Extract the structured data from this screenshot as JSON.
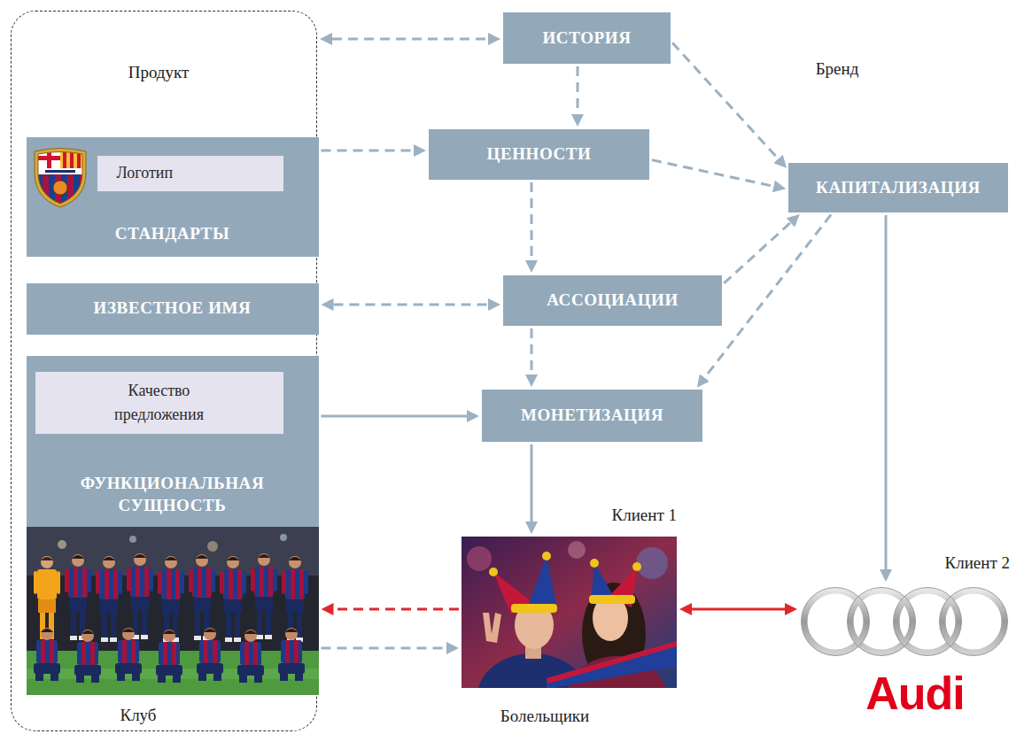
{
  "diagram": {
    "nodes": [
      {
        "text": [
          "Продукт",
          "Клуб"
        ]
      },
      {
        "text": [
          "СТАНДАРТЫ"
        ],
        "in": 0
      },
      {
        "text": [
          "Логотип"
        ],
        "in": 1
      },
      {
        "text": [
          "ИЗВЕСТНОЕ ИМЯ"
        ],
        "in": 0
      },
      {
        "text": [
          "ФУНКЦИОНАЛЬНАЯ СУЩНОСТЬ"
        ],
        "in": 0
      },
      {
        "text": [
          "Качество предложения"
        ],
        "in": 4
      },
      {
        "text": [
          "ИСТОРИЯ"
        ]
      },
      {
        "text": [
          "ЦЕННОСТИ"
        ]
      },
      {
        "text": [
          "КАПИТАЛИЗАЦИЯ"
        ]
      },
      {
        "text": [
          "АССОЦИАЦИИ"
        ]
      },
      {
        "text": [
          "МОНЕТИЗАЦИЯ"
        ]
      },
      {
        "text": [
          "Клиент 1",
          "Болельщики"
        ]
      },
      {
        "text": [
          "Клиент 2",
          "Audi"
        ]
      }
    ],
    "edges": [
      {
        "from": 0,
        "to": 6,
        "arrow": "both"
      },
      {
        "from": 6,
        "to": 7,
        "arrow": "to"
      },
      {
        "from": 6,
        "to": 8,
        "arrow": "to"
      },
      {
        "from": 1,
        "to": 7,
        "arrow": "to"
      },
      {
        "from": 7,
        "to": 8,
        "arrow": "to"
      },
      {
        "from": 7,
        "to": 9,
        "arrow": "to"
      },
      {
        "from": 3,
        "to": 9,
        "arrow": "both"
      },
      {
        "from": 9,
        "to": 8,
        "arrow": "to"
      },
      {
        "from": 8,
        "to": 10,
        "arrow": "to"
      },
      {
        "from": 9,
        "to": 10,
        "arrow": "to"
      },
      {
        "from": 4,
        "to": 10,
        "arrow": "to"
      },
      {
        "from": 10,
        "to": 11,
        "arrow": "to"
      },
      {
        "from": 8,
        "to": 12,
        "arrow": "to"
      },
      {
        "from": 11,
        "to": 4,
        "arrow": "to"
      },
      {
        "from": 4,
        "to": 11,
        "arrow": "to"
      },
      {
        "from": 11,
        "to": 12,
        "arrow": "both"
      }
    ],
    "labels": [
      "Бренд"
    ]
  }
}
